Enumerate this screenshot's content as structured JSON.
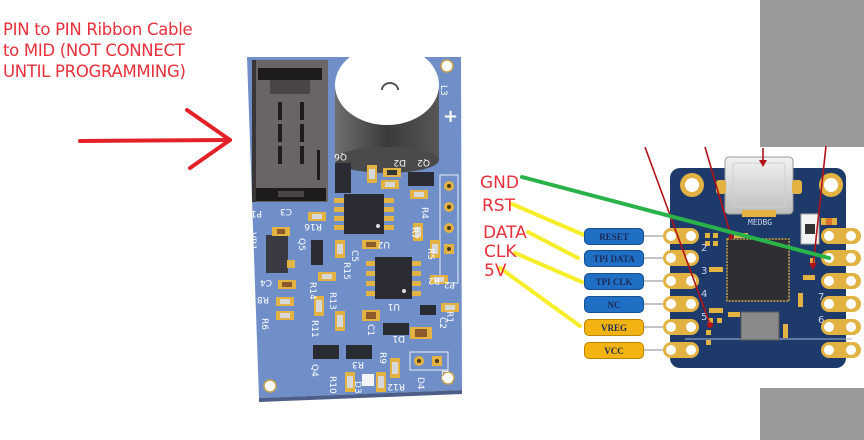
{
  "note": {
    "lines": [
      "PIN to PIN Ribbon Cable",
      "to MID (NOT CONNECT",
      "UNTIL PROGRAMMING)"
    ],
    "color": "#e8303b"
  },
  "left_board": {
    "description": "3D render of blue PCB with ribbon connector and buzzer",
    "silkscreen_labels": [
      "P1",
      "C3",
      "R16",
      "VR1",
      "Q5",
      "U2",
      "C5",
      "R15",
      "C4",
      "R14",
      "R8",
      "R13",
      "R6",
      "R11",
      "U1",
      "D1",
      "C1",
      "C2",
      "Q4",
      "R3",
      "R9",
      "R10",
      "D3",
      "R12",
      "R2",
      "R1",
      "L1",
      "D4",
      "P2",
      "R4",
      "R7",
      "R5",
      "Q6",
      "D2",
      "Q2",
      "L3"
    ],
    "board_color": "#6f93d2"
  },
  "right_board": {
    "name_label": "MEDBG",
    "pin_numbers_left": [
      "2",
      "3",
      "4",
      "5"
    ],
    "pin_numbers_right": [
      "7",
      "6"
    ],
    "board_color": "#1e3a6b"
  },
  "signal_labels": [
    {
      "text": "GND",
      "wire_color": "#2ab24a"
    },
    {
      "text": "RST",
      "wire_color": "#f6ee2a"
    },
    {
      "text": "DATA",
      "wire_color": "#f6ee2a"
    },
    {
      "text": "CLK",
      "wire_color": "#f6ee2a"
    },
    {
      "text": "5V",
      "wire_color": "#f6ee2a"
    }
  ],
  "pin_tags": [
    {
      "text": "RESET",
      "kind": "blue"
    },
    {
      "text": "TPI DATA",
      "kind": "blue"
    },
    {
      "text": "TPI CLK",
      "kind": "blue"
    },
    {
      "text": "NC",
      "kind": "blue"
    },
    {
      "text": "VREG",
      "kind": "yellow"
    },
    {
      "text": "VCC",
      "kind": "yellow"
    }
  ],
  "colors": {
    "arrow_red": "#e32227",
    "pointer_dark_red": "#b01218",
    "gray_panel": "#9a9a9a",
    "pad_gold": "#e9bd3c"
  }
}
